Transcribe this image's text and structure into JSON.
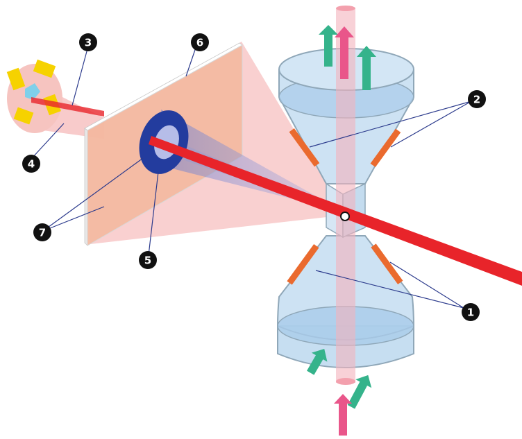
{
  "colors": {
    "beam": "#e8242a",
    "beam_light": "#f08a8a",
    "pink_fan": "#f4a9a9",
    "screen_face": "#f3b99f",
    "screen_edge": "#ffffff",
    "ring": "#233c9e",
    "chamber_blue": "#bcd8ef",
    "chamber_stroke": "#8fa7b8",
    "vertical_jet": "#f3b3bd",
    "electrode": "#ea6a2e",
    "arrow_green": "#35b38b",
    "arrow_pink": "#e9568a",
    "magnet_yellow": "#f6d200",
    "source_blue": "#7fd0ea",
    "callout_fill": "#111111"
  },
  "callouts": [
    {
      "id": "c1",
      "label": "1"
    },
    {
      "id": "c2",
      "label": "2"
    },
    {
      "id": "c3",
      "label": "3"
    },
    {
      "id": "c4",
      "label": "4"
    },
    {
      "id": "c5",
      "label": "5"
    },
    {
      "id": "c6",
      "label": "6"
    },
    {
      "id": "c7",
      "label": "7"
    }
  ],
  "icons": {
    "upward_arrow": "arrow-up-icon",
    "magnet": "magnet-block-icon"
  }
}
